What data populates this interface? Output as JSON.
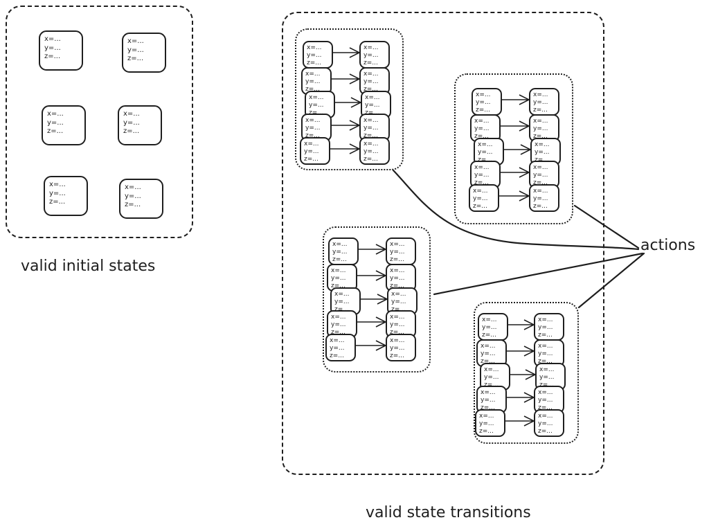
{
  "diagram": {
    "stroke_color": "#1e1e1e",
    "background": "#ffffff",
    "initial_states": {
      "label": "valid initial states",
      "states": [
        {
          "lines": [
            "x=...",
            "y=...",
            "z=..."
          ]
        },
        {
          "lines": [
            "x=...",
            "y=...",
            "z=..."
          ]
        },
        {
          "lines": [
            "x=...",
            "y=...",
            "z=..."
          ]
        },
        {
          "lines": [
            "x=...",
            "y=...",
            "z=..."
          ]
        },
        {
          "lines": [
            "x=...",
            "y=...",
            "z=..."
          ]
        },
        {
          "lines": [
            "x=...",
            "y=...",
            "z=..."
          ]
        }
      ]
    },
    "state_transitions": {
      "label": "valid state transitions",
      "clusters": [
        {
          "name": "top-left",
          "transitions": 5,
          "from_lines": [
            "x=...",
            "y=...",
            "z=..."
          ],
          "to_lines": [
            "x=...",
            "y=...",
            "z=..."
          ]
        },
        {
          "name": "top-right",
          "transitions": 5,
          "from_lines": [
            "x=...",
            "y=...",
            "z=..."
          ],
          "to_lines": [
            "x=...",
            "y=...",
            "z=..."
          ]
        },
        {
          "name": "middle-left",
          "transitions": 5,
          "from_lines": [
            "x=...",
            "y=...",
            "z=..."
          ],
          "to_lines": [
            "x=...",
            "y=...",
            "z=..."
          ]
        },
        {
          "name": "bottom-right",
          "transitions": 5,
          "from_lines": [
            "x=...",
            "y=...",
            "z=..."
          ],
          "to_lines": [
            "x=...",
            "y=...",
            "z=..."
          ]
        }
      ]
    },
    "actions": {
      "label": "actions",
      "connects_to": [
        "top-left",
        "top-right",
        "middle-left",
        "bottom-right"
      ]
    }
  }
}
